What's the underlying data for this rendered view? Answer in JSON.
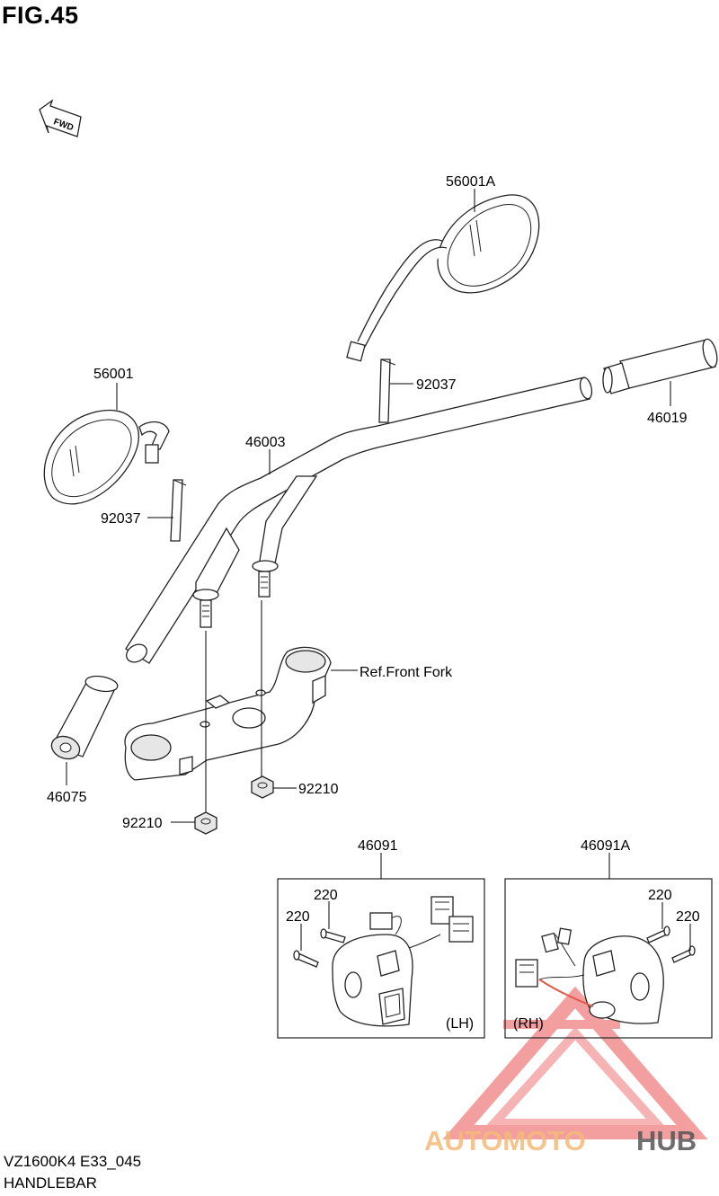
{
  "figure": {
    "title": "FIG.45",
    "fwd_label": "FWD"
  },
  "parts": {
    "mirror_right": "56001A",
    "mirror_left": "56001",
    "clamp_upper": "92037",
    "clamp_lower": "92037",
    "handlebar": "46003",
    "grip_right": "46019",
    "grip_left": "46075",
    "nut_right": "92210",
    "nut_left": "92210",
    "switch_left": "46091",
    "switch_right": "46091A",
    "screw_lh_upper": "220",
    "screw_lh_lower": "220",
    "screw_rh_upper": "220",
    "screw_rh_lower": "220"
  },
  "references": {
    "front_fork": "Ref.Front Fork"
  },
  "boxes": {
    "lh_tag": "(LH)",
    "rh_tag": "(RH)"
  },
  "footer": {
    "model_code": "VZ1600K4 E33_045",
    "section_name": "HANDLEBAR"
  },
  "watermark": {
    "part1": "AUTOMOTO",
    "part2": "HUB",
    "color_main": "#f08080",
    "color_alt": "#f5b97a",
    "color_dark": "#555555"
  }
}
